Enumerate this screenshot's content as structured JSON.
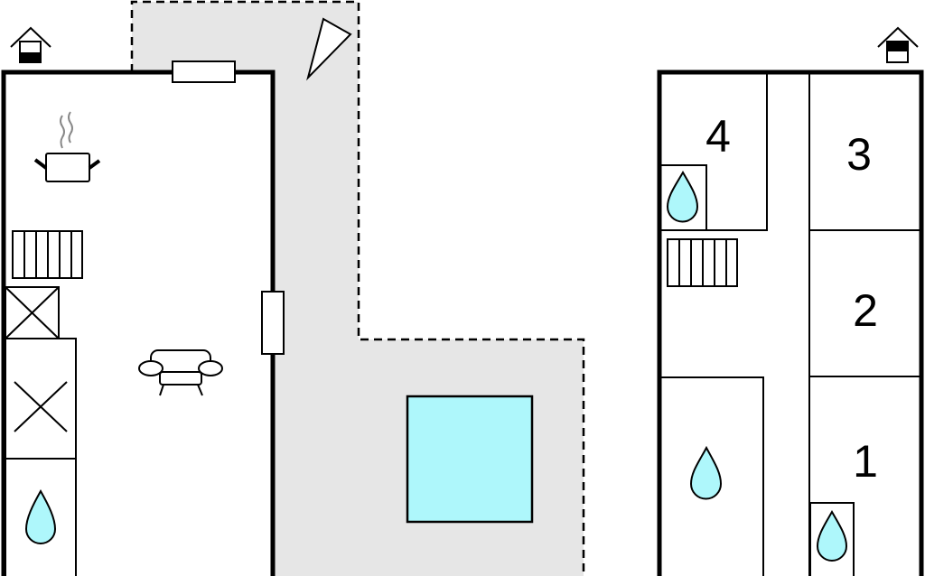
{
  "rooms": {
    "room_1": "1",
    "room_2": "2",
    "room_3": "3",
    "room_4": "4"
  },
  "colors": {
    "terrace": "#e6e6e6",
    "pool": "#aef7fb",
    "water": "#aef7fb"
  },
  "icons": [
    "house-ground-floor-icon",
    "house-upper-floor-icon",
    "kitchen-pot-icon",
    "radiator-icon",
    "sofa-icon",
    "water-drop-icon",
    "compass-triangle-icon"
  ]
}
